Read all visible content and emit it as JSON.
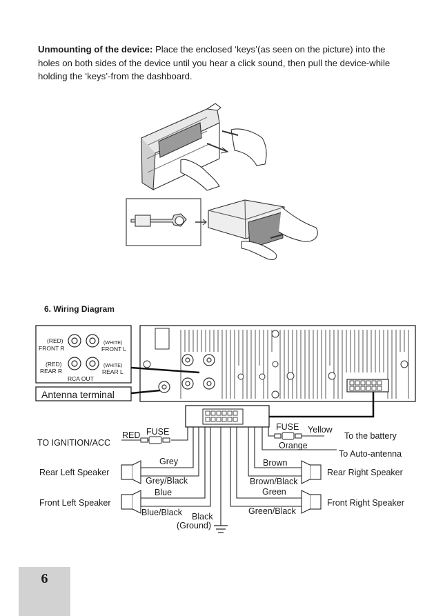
{
  "intro": {
    "heading": "Unmounting of the device:",
    "text": " Place the enclosed ‘keys’(as seen on the picture) into the holes on both sides of the device until you hear a click sound, then pull the device-while holding the ‘keys’-from the dashboard."
  },
  "section_title": "6. Wiring Diagram",
  "rca": {
    "front_r_color": "(RED)",
    "front_r": "FRONT R",
    "front_l_color": "(WHITE)",
    "front_l": "FRONT L",
    "rear_r_color": "(RED)",
    "rear_r": "REAR R",
    "rear_l_color": "(WHITE)",
    "rear_l": "REAR L",
    "rca_out": "RCA  OUT"
  },
  "antenna_terminal": "Antenna terminal",
  "wiring": {
    "to_ignition": "TO IGNITION/ACC",
    "red": "RED",
    "fuse_left": "FUSE",
    "fuse_right": "FUSE",
    "yellow": "Yellow",
    "to_battery": "To the battery",
    "orange": "Orange",
    "to_auto_antenna": "To Auto-antenna",
    "grey": "Grey",
    "grey_black": "Grey/Black",
    "blue": "Blue",
    "blue_black": "Blue/Black",
    "black": "Black",
    "ground": "(Ground)",
    "brown": "Brown",
    "brown_black": "Brown/Black",
    "green": "Green",
    "green_black": "Green/Black",
    "rear_left_speaker": "Rear Left Speaker",
    "front_left_speaker": "Front Left Speaker",
    "rear_right_speaker": "Rear Right Speaker",
    "front_right_speaker": "Front Right Speaker"
  },
  "page_number": "6"
}
